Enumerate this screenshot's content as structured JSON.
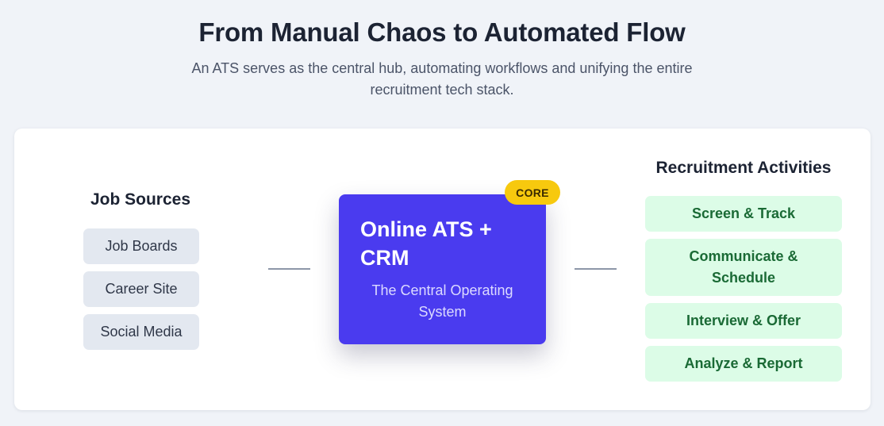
{
  "header": {
    "title": "From Manual Chaos to Automated Flow",
    "subtitle": "An ATS serves as the central hub, automating workflows and unifying the entire recruitment tech stack."
  },
  "sources": {
    "title": "Job Sources",
    "items": [
      "Job Boards",
      "Career Site",
      "Social Media"
    ]
  },
  "core": {
    "badge": "CORE",
    "title": "Online ATS + CRM",
    "subtitle": "The Central Operating System"
  },
  "activities": {
    "title": "Recruitment Activities",
    "items": [
      "Screen & Track",
      "Communicate & Schedule",
      "Interview & Offer",
      "Analyze & Report"
    ]
  },
  "colors": {
    "core": "#4a3bef",
    "badge": "#f7c90e",
    "source_chip": "#e3e8f0",
    "activity_chip": "#dcfce7",
    "activity_text": "#1a6a35"
  }
}
